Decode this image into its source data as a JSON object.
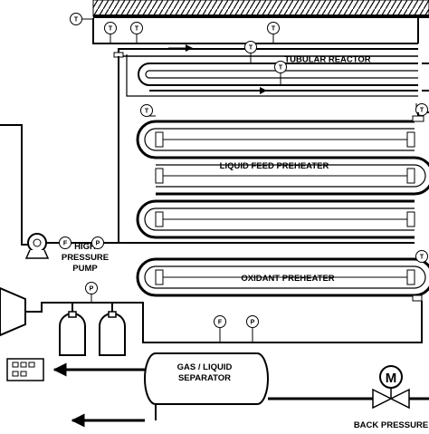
{
  "labels": {
    "tubular_reactor": "TUBULAR REACTOR",
    "liquid_feed_preheater": "LIQUID FEED PREHEATER",
    "oxidant_preheater": "OXIDANT PREHEATER",
    "pump_line1": "HIGH",
    "pump_line2": "PRESSURE",
    "pump_line3": "PUMP",
    "separator_line1": "GAS / LIQUID",
    "separator_line2": "SEPARATOR",
    "back_pressure": "BACK PRESSURE"
  },
  "instruments": {
    "temperature": "T",
    "flow": "F",
    "pressure": "P",
    "motor": "M"
  }
}
